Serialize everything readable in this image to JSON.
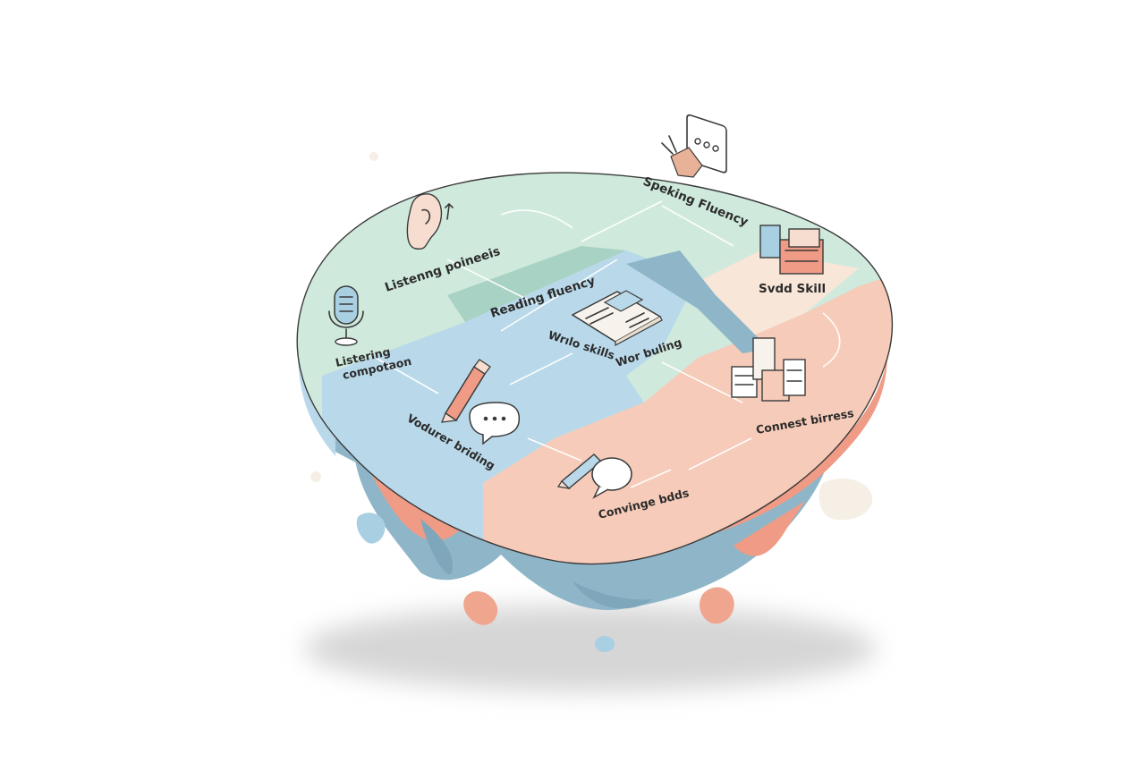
{
  "labels": {
    "speaking_fluency": "Speking Fluency",
    "listening_pointers": "Listenng poineeis",
    "reading_fluency": "Reading fluency",
    "listening_comprehension_1": "Listering",
    "listening_comprehension_2": "compotaon",
    "write_skills": "Wrılo skills",
    "word_building": "Wor buling",
    "vocabulary_building": "Vodurer briding",
    "svdd_skill": "Svdd Skill",
    "connect_bitress": "Connest birress",
    "conversation_builds": "Convinge bdds"
  },
  "colors": {
    "mint": "#cfeadc",
    "blue": "#b9d9ea",
    "peach": "#f6cbb9",
    "beige": "#f8e6d8",
    "steel": "#8fb6c8",
    "salmon": "#ef9b86",
    "shadow": "#d8d8d8"
  }
}
